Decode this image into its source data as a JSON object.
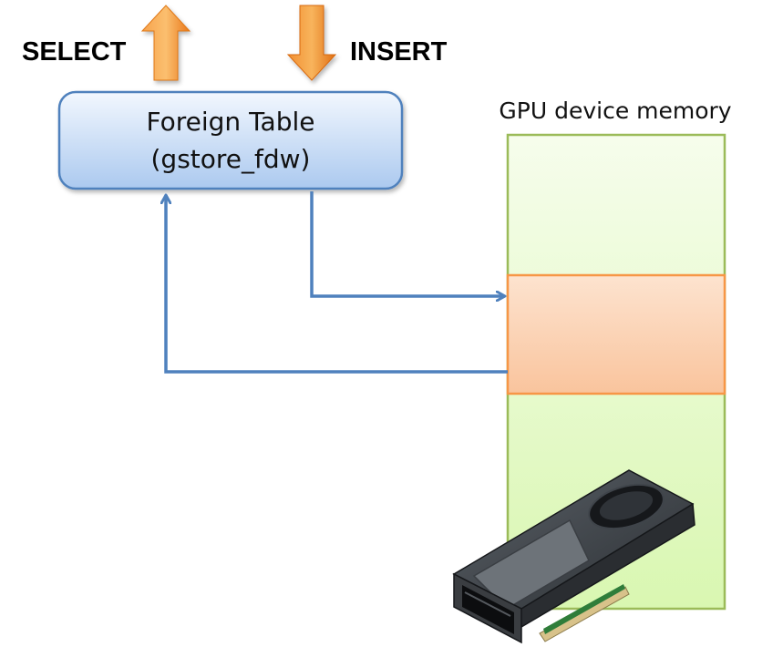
{
  "operations": {
    "select_label": "SELECT",
    "insert_label": "INSERT"
  },
  "foreign_table": {
    "line1": "Foreign Table",
    "line2": "(gstore_fdw)"
  },
  "gpu_memory": {
    "label": "GPU device memory"
  },
  "colors": {
    "arrow_orange": "#f0892a",
    "connector_blue": "#4f81bd",
    "table_box_fill": "#c6dcf7",
    "table_box_stroke": "#4f81bd",
    "memory_fill": "#e4f8c8",
    "memory_stroke": "#9bbb59",
    "memory_segment_fill": "#fbd3b4",
    "memory_segment_stroke": "#f79646"
  },
  "icons": {
    "gpu": "gpu-card-icon",
    "up_arrow": "arrow-up-icon",
    "down_arrow": "arrow-down-icon"
  }
}
